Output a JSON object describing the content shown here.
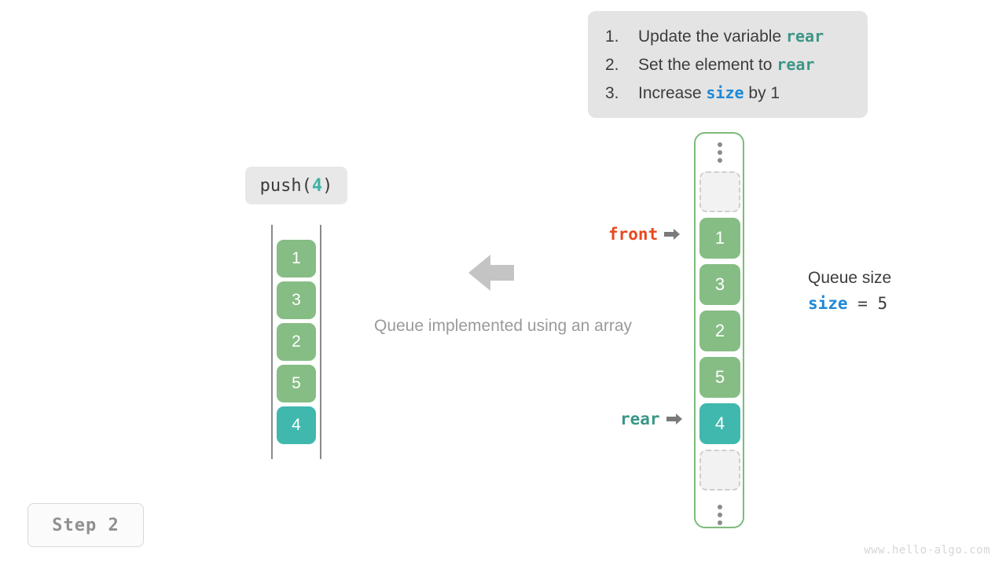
{
  "instructions": {
    "steps": [
      {
        "num": "1.",
        "pre": "Update the variable ",
        "code": "rear",
        "code_style": "teal",
        "post": ""
      },
      {
        "num": "2.",
        "pre": "Set the element to ",
        "code": "rear",
        "code_style": "teal",
        "post": ""
      },
      {
        "num": "3.",
        "pre": "Increase ",
        "code": "size",
        "code_style": "blue",
        "post": " by 1"
      }
    ]
  },
  "operation": {
    "label_prefix": "push(",
    "label_arg": "4",
    "label_suffix": ")"
  },
  "left_array": {
    "cells": [
      {
        "value": "1",
        "style": "green"
      },
      {
        "value": "3",
        "style": "green"
      },
      {
        "value": "2",
        "style": "green"
      },
      {
        "value": "5",
        "style": "green"
      },
      {
        "value": "4",
        "style": "teal"
      }
    ]
  },
  "caption": "Queue implemented using an array",
  "queue": {
    "top_dots": "vertical-ellipsis",
    "bottom_dots": "vertical-ellipsis",
    "cells": [
      {
        "value": "",
        "style": "empty"
      },
      {
        "value": "1",
        "style": "green"
      },
      {
        "value": "3",
        "style": "green"
      },
      {
        "value": "2",
        "style": "green"
      },
      {
        "value": "5",
        "style": "green"
      },
      {
        "value": "4",
        "style": "teal"
      },
      {
        "value": "",
        "style": "empty"
      }
    ]
  },
  "pointers": {
    "front": {
      "label": "front",
      "color": "#e8491f"
    },
    "rear": {
      "label": "rear",
      "color": "#3a9687"
    }
  },
  "size_info": {
    "title": "Queue size",
    "var_name": "size",
    "equals": " = ",
    "value": "5"
  },
  "step_badge": "Step 2",
  "watermark": "www.hello-algo.com",
  "colors": {
    "green": "#86bd85",
    "teal": "#41b8ae",
    "front_orange": "#e8491f",
    "rear_teal": "#3a9687",
    "size_blue": "#1e88d8",
    "panel_bg": "#e4e4e4",
    "container_border": "#7dbb7c",
    "arrow_gray": "#c4c4c4"
  }
}
